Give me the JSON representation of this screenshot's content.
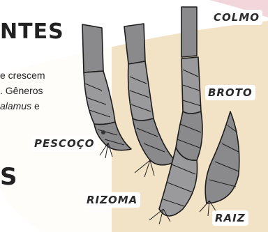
{
  "heading_partial": "NTES",
  "heading2_partial": "S",
  "body_lines": [
    {
      "text": "e crescem",
      "italic": false
    },
    {
      "text": ". Gêneros",
      "italic": false
    },
    {
      "text": "alamus",
      "italic": true,
      "suffix": " e"
    }
  ],
  "labels": {
    "colmo": "COLMO",
    "broto": "BROTO",
    "pescoco": "PESCOÇO",
    "rizoma": "RIZOMA",
    "raiz": "RAIZ"
  },
  "colors": {
    "beige": "#f2e3c6",
    "pink": "#f3d6dc",
    "culm": "#8a8a8c",
    "culm_dark": "#5f5f61",
    "outline": "#1e1e1e"
  }
}
